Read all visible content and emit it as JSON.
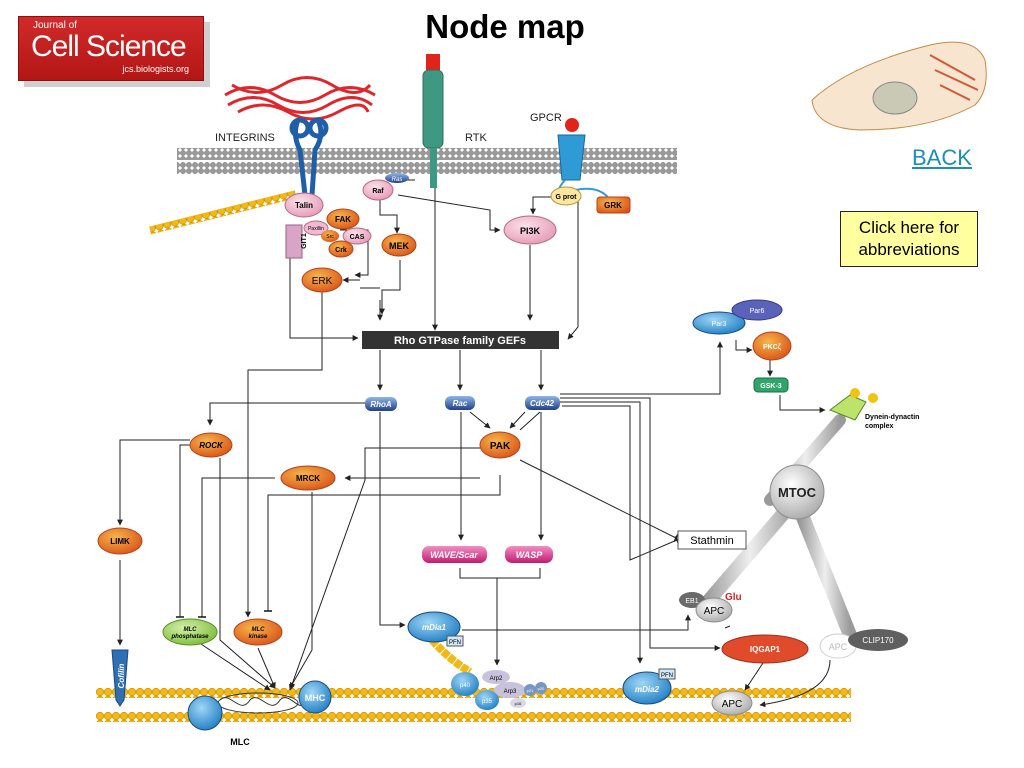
{
  "header": {
    "title": "Node map",
    "logo_small": "Journal of",
    "logo_main": "Cell Science",
    "logo_url": "jcs.biologists.org",
    "back_link": "BACK",
    "abbrev_button": "Click here for abbreviations"
  },
  "membrane_labels": {
    "integrins": "INTEGRINS",
    "rtk": "RTK",
    "gpcr": "GPCR"
  },
  "nodes": {
    "talin": "Talin",
    "fak": "FAK",
    "paxillin": "Paxillin",
    "src": "Src",
    "cas": "CAS",
    "crk": "Crk",
    "git1": "GIT1",
    "ras": "Ras",
    "raf": "Raf",
    "mek": "MEK",
    "erk": "ERK",
    "gprot": "G prot",
    "grk": "GRK",
    "pi3k": "PI3K",
    "gefs": "Rho GTPase family GEFs",
    "rhoa": "RhoA",
    "rac": "Rac",
    "cdc42": "Cdc42",
    "rock": "ROCK",
    "pak": "PAK",
    "mrck": "MRCK",
    "limk": "LIMK",
    "wave": "WAVE/Scar",
    "wasp": "WASP",
    "mlc_phosphatase_1": "MLC",
    "mlc_phosphatase_2": "phosphatase",
    "mlc_kinase_1": "MLC",
    "mlc_kinase_2": "kinase",
    "cofilin": "Cofilin",
    "mhc": "MHC",
    "mlc": "MLC",
    "mdia1": "mDia1",
    "pfn_1": "PFN",
    "mdia2": "mDia2",
    "pfn_2": "PFN",
    "arp2": "Arp2",
    "arp3": "Arp3",
    "p40": "p40",
    "p35": "p35",
    "p16": "p16",
    "p21": "p21",
    "p20": "p20",
    "stathmin": "Stathmin",
    "par3": "Par3",
    "par6": "Par6",
    "pkc": "PKCζ",
    "gsk3": "GSK-3",
    "dynein_1": "Dynein-dynactin",
    "dynein_2": "complex",
    "mtoc": "MTOC",
    "eb1": "EB1",
    "apc_1": "APC",
    "glu": "Glu",
    "iqgap1": "IQGAP1",
    "apc_2": "APC",
    "clip170": "CLIP170",
    "apc_3": "APC"
  }
}
